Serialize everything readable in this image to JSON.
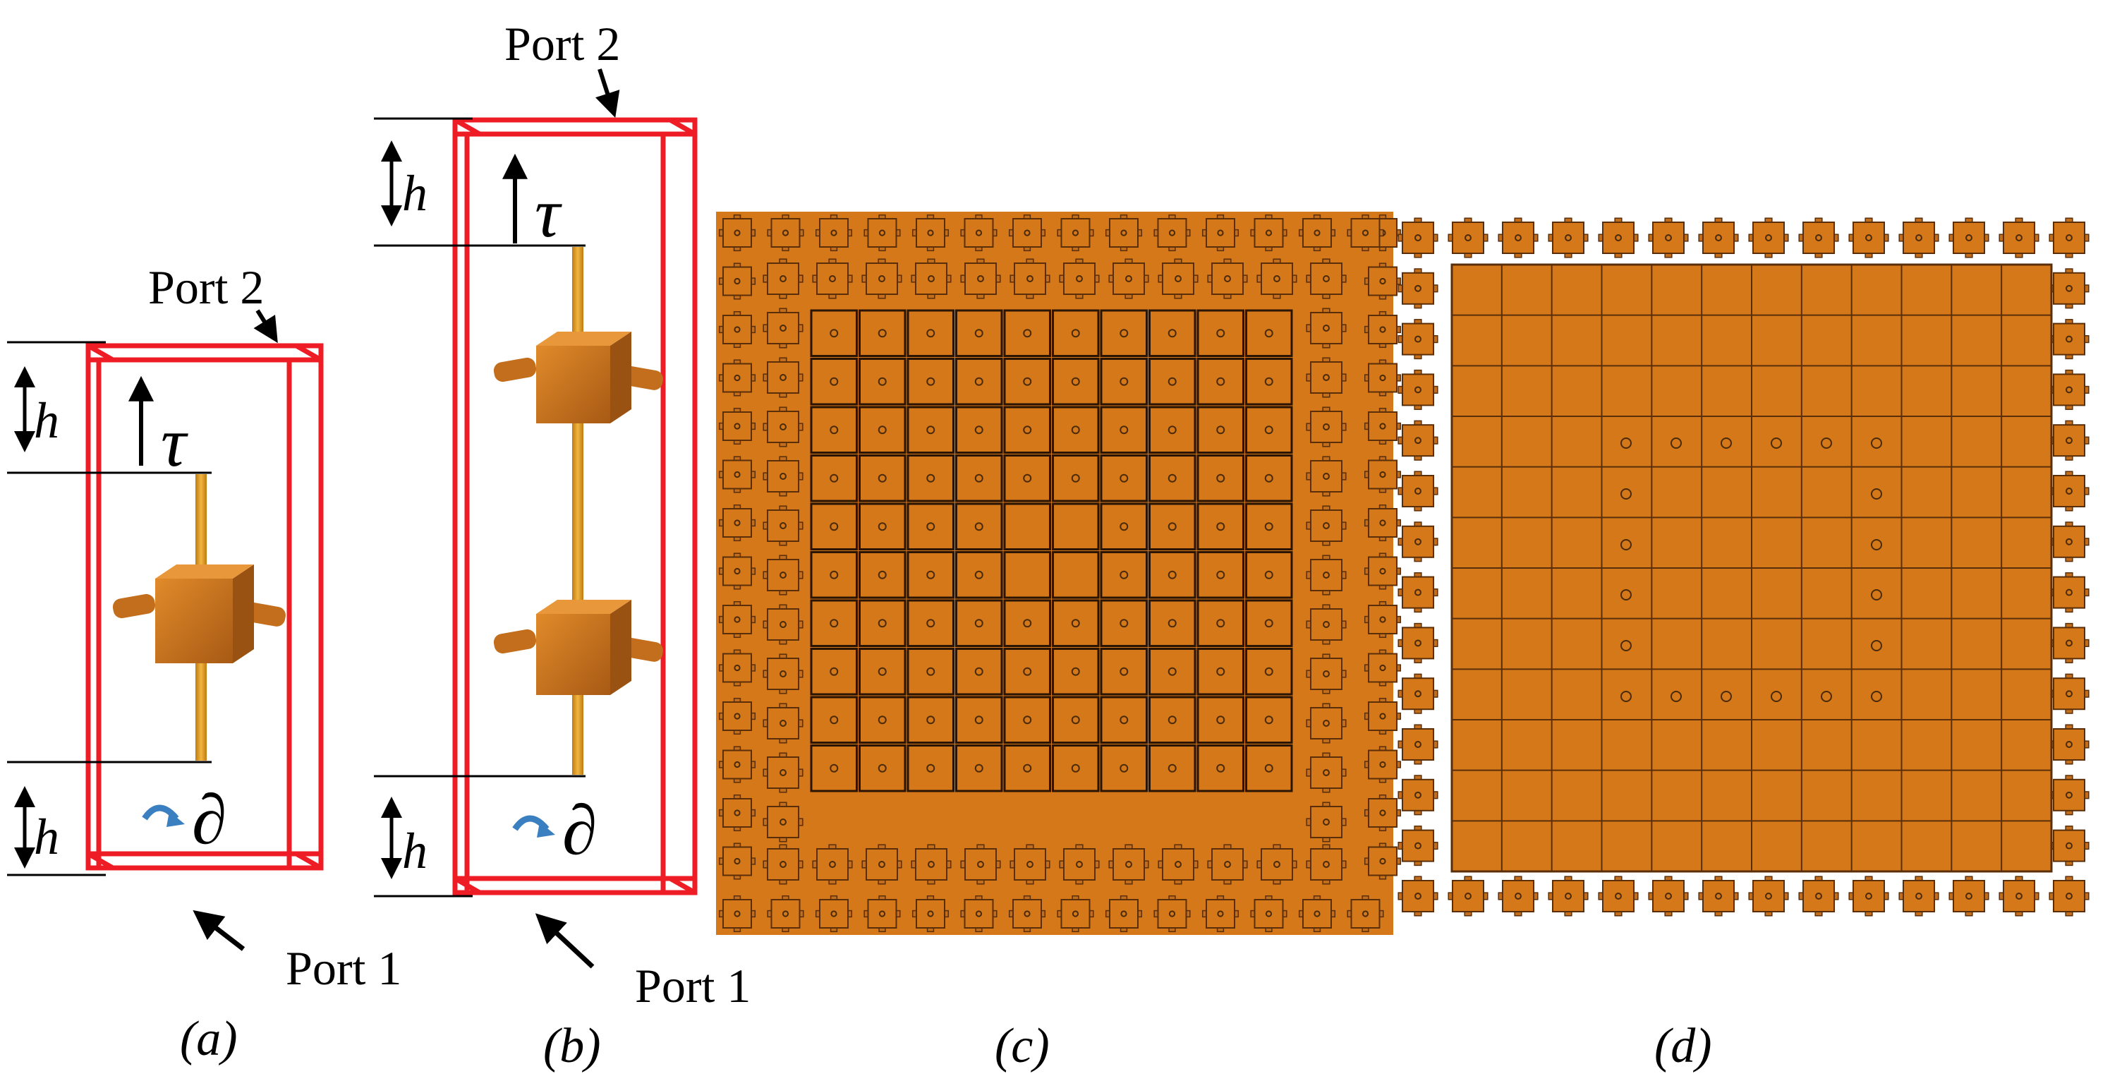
{
  "panels": {
    "a": {
      "caption": "(a)",
      "port_top": "Port 2",
      "port_bottom": "Port 1",
      "tau": "τ",
      "partial": "∂",
      "h_top": "h",
      "h_bottom": "h"
    },
    "b": {
      "caption": "(b)",
      "port_top": "Port 2",
      "port_bottom": "Port 1",
      "tau": "τ",
      "partial": "∂",
      "h_top": "h",
      "h_bottom": "h"
    },
    "c": {
      "caption": "(c)"
    },
    "d": {
      "caption": "(d)"
    }
  },
  "colors": {
    "boundary_red": "#ee1c24",
    "metal_orange": "#d4781a",
    "metal_dark": "#8a4a10",
    "wire_gold": "#e8a020",
    "rotation_arrow": "#3a7fc0"
  }
}
